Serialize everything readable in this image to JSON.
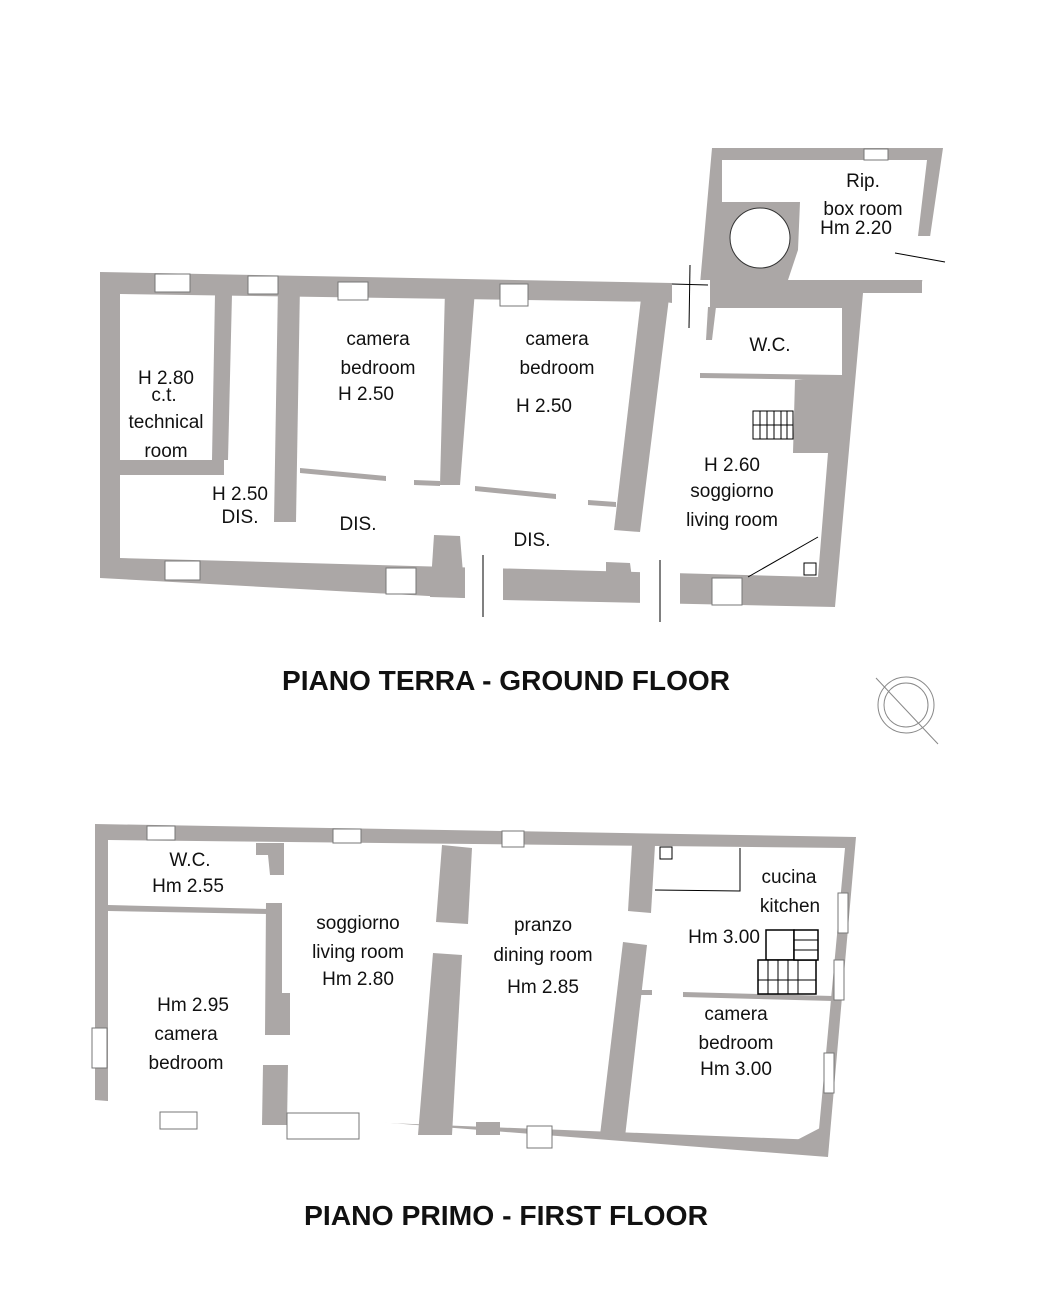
{
  "colors": {
    "wall": "#aba7a6",
    "background": "#ffffff",
    "text": "#111111"
  },
  "ground_floor": {
    "title": "PIANO TERRA - GROUND FLOOR",
    "rooms": {
      "technical": {
        "h": "H 2.80",
        "it": "c.t.",
        "en1": "technical",
        "en2": "room"
      },
      "bedroom1": {
        "it": "camera",
        "en": "bedroom",
        "h": "H 2.50"
      },
      "bedroom2": {
        "it": "camera",
        "en": "bedroom",
        "h": "H 2.50"
      },
      "dis_left": {
        "h": "H 2.50",
        "name": "DIS."
      },
      "dis_mid": {
        "name": "DIS."
      },
      "dis_right": {
        "name": "DIS."
      },
      "wc": {
        "name": "W.C."
      },
      "living": {
        "h": "H 2.60",
        "it": "soggiorno",
        "en": "living room"
      },
      "box": {
        "it": "Rip.",
        "en": "box room",
        "h": "Hm 2.20"
      }
    }
  },
  "first_floor": {
    "title": "PIANO PRIMO - FIRST FLOOR",
    "rooms": {
      "wc": {
        "name": "W.C.",
        "h": "Hm 2.55"
      },
      "bedroom_left": {
        "h": "Hm 2.95",
        "it": "camera",
        "en": "bedroom"
      },
      "living": {
        "it": "soggiorno",
        "en": "living room",
        "h": "Hm 2.80"
      },
      "dining": {
        "it": "pranzo",
        "en": "dining room",
        "h": "Hm 2.85"
      },
      "kitchen": {
        "it": "cucina",
        "en": "kitchen",
        "h": "Hm 3.00"
      },
      "bedroom_right": {
        "it": "camera",
        "en": "bedroom",
        "h": "Hm 3.00"
      }
    }
  },
  "icons": {
    "compass": "north-arrow-icon"
  }
}
